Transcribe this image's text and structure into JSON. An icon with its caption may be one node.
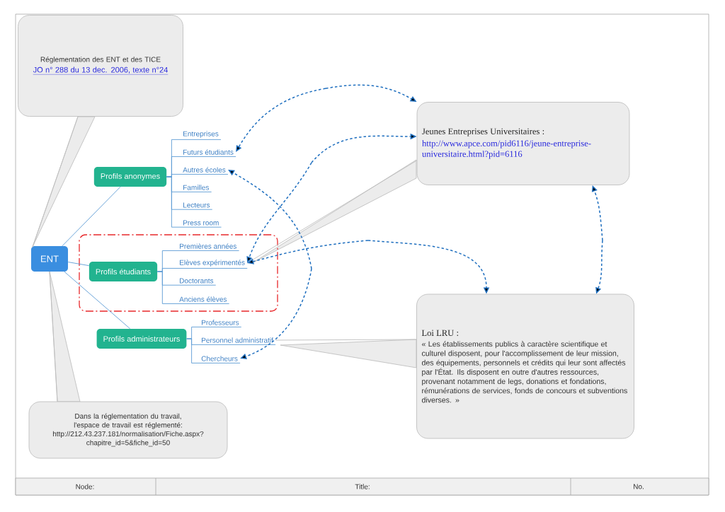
{
  "diagram": {
    "nodes": [
      {
        "text": [
          "ENT"
        ]
      },
      {
        "text": [
          "Profils anonymes"
        ]
      },
      {
        "text": [
          "Entreprises"
        ]
      },
      {
        "text": [
          "Futurs étudiants"
        ]
      },
      {
        "text": [
          "Autres écoles"
        ]
      },
      {
        "text": [
          "Familles"
        ]
      },
      {
        "text": [
          "Lecteurs"
        ]
      },
      {
        "text": [
          "Press room"
        ]
      },
      {
        "text": [],
        "shape": "box"
      },
      {
        "text": [
          "Profils étudiants"
        ],
        "in": 8
      },
      {
        "text": [
          "Premières années"
        ],
        "in": 8
      },
      {
        "text": [
          "Elèves expérimentés"
        ],
        "in": 8
      },
      {
        "text": [
          "Doctorants"
        ],
        "in": 8
      },
      {
        "text": [
          "Anciens élèves"
        ],
        "in": 8
      },
      {
        "text": [
          "Profils administrateurs"
        ]
      },
      {
        "text": [
          "Professeurs"
        ]
      },
      {
        "text": [
          "Personnel administratif"
        ]
      },
      {
        "text": [
          "Chercheurs"
        ]
      },
      {
        "text": [
          "Réglementation des ENT et des TICE",
          "JO n° 288 du 13 dec. 2006, texte n°24"
        ]
      },
      {
        "text": [
          "Jeunes Entreprises Universitaires :",
          "http://www.apce.com/pid6116/jeune-entreprise- universitaire.html?pid=6116"
        ]
      },
      {
        "text": [
          "Loi LRU :",
          "« Les établissements publics à caractère scientifique et culturel disposent, pour l'accomplissement de leur mission, des équipements, personnels et crédits qui leur sont affectés par l'État. Ils disposent en outre d'autres ressources, provenant notamment de legs, donations et fondations, rémunérations de services, fonds de concours et subventions diverses. »"
        ]
      },
      {
        "text": [
          "Dans la réglementation du travail, l'espace de travail est réglementé: http://212.43.237.181/normalisation/Fiche.aspx? chapitre_id=5&fiche_id=50"
        ]
      }
    ],
    "edges": [
      {
        "from": 0,
        "to": 1,
        "arrow": "none"
      },
      {
        "from": 0,
        "to": 9,
        "arrow": "none"
      },
      {
        "from": 0,
        "to": 14,
        "arrow": "none"
      },
      {
        "from": 1,
        "to": 2,
        "arrow": "none"
      },
      {
        "from": 1,
        "to": 3,
        "arrow": "none"
      },
      {
        "from": 1,
        "to": 4,
        "arrow": "none"
      },
      {
        "from": 1,
        "to": 5,
        "arrow": "none"
      },
      {
        "from": 1,
        "to": 6,
        "arrow": "none"
      },
      {
        "from": 1,
        "to": 7,
        "arrow": "none"
      },
      {
        "from": 9,
        "to": 10,
        "arrow": "none"
      },
      {
        "from": 9,
        "to": 11,
        "arrow": "none"
      },
      {
        "from": 9,
        "to": 12,
        "arrow": "none"
      },
      {
        "from": 9,
        "to": 13,
        "arrow": "none"
      },
      {
        "from": 14,
        "to": 15,
        "arrow": "none"
      },
      {
        "from": 14,
        "to": 16,
        "arrow": "none"
      },
      {
        "from": 14,
        "to": 17,
        "arrow": "none"
      },
      {
        "from": 18,
        "to": 0,
        "arrow": "none",
        "color": "#bdbdbd"
      },
      {
        "from": 21,
        "to": 0,
        "arrow": "none",
        "color": "#bdbdbd"
      },
      {
        "from": 19,
        "to": 11,
        "arrow": "none",
        "color": "#bdbdbd"
      },
      {
        "from": 20,
        "to": 16,
        "arrow": "none",
        "color": "#bdbdbd"
      },
      {
        "from": 3,
        "to": 19,
        "arrow": "both",
        "style": "dashed",
        "color": "#1f6fbf"
      },
      {
        "from": 11,
        "to": 19,
        "arrow": "both",
        "style": "dashed",
        "color": "#1f6fbf"
      },
      {
        "from": 11,
        "to": 20,
        "arrow": "both",
        "style": "dashed",
        "color": "#1f6fbf"
      },
      {
        "from": 4,
        "to": 17,
        "arrow": "both",
        "style": "dashed",
        "color": "#1f6fbf"
      },
      {
        "from": 19,
        "to": 20,
        "arrow": "both",
        "style": "dashed",
        "color": "#1f6fbf"
      }
    ],
    "labels": [
      "Node:",
      "Title:",
      "No."
    ]
  }
}
